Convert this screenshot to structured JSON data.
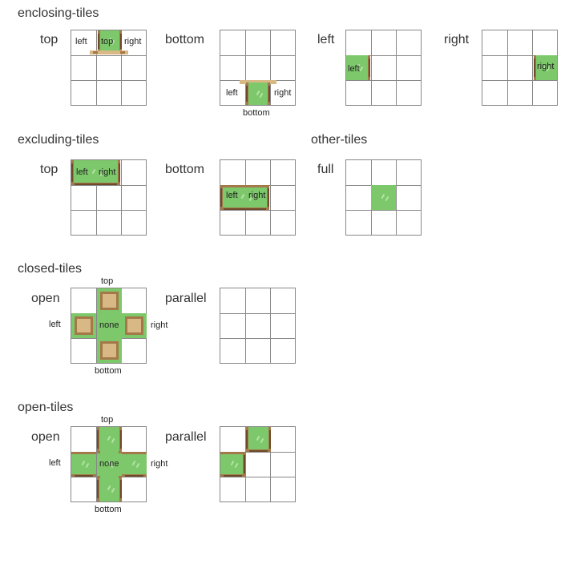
{
  "sections": {
    "enclosing": "enclosing-tiles",
    "excluding": "excluding-tiles",
    "other": "other-tiles",
    "closed": "closed-tiles",
    "open": "open-tiles"
  },
  "enclosing": {
    "top": {
      "title": "top",
      "left": "left",
      "center": "top",
      "right": "right"
    },
    "bottom": {
      "title": "bottom",
      "left": "left",
      "right": "right",
      "below": "bottom"
    },
    "left": {
      "title": "left",
      "tile": "left"
    },
    "right": {
      "title": "right",
      "tile": "right"
    }
  },
  "excluding": {
    "top": {
      "title": "top",
      "left": "left",
      "right": "right"
    },
    "bottom": {
      "title": "bottom",
      "left": "left",
      "right": "right"
    }
  },
  "other": {
    "full": {
      "title": "full"
    }
  },
  "closed": {
    "open": {
      "title": "open",
      "top": "top",
      "left": "left",
      "center": "none",
      "right": "right",
      "bottom": "bottom"
    },
    "parallel": {
      "title": "parallel"
    }
  },
  "open": {
    "open": {
      "title": "open",
      "top": "top",
      "left": "left",
      "center": "none",
      "right": "right",
      "bottom": "bottom"
    },
    "parallel": {
      "title": "parallel"
    }
  },
  "colors": {
    "grass": "#7cc86a",
    "dirt": "#a5784a",
    "grid": "#888888"
  }
}
